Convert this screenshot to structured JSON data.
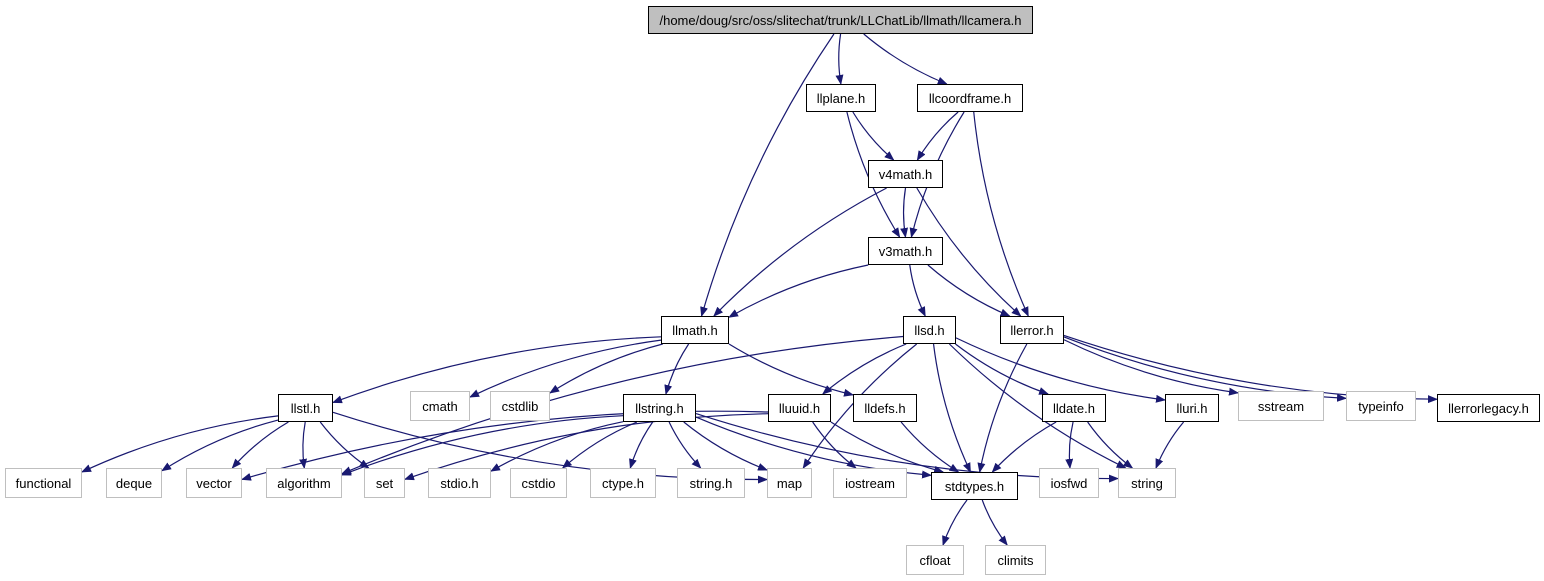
{
  "graph": {
    "edge_color": "#191970",
    "root_fill": "#bfbfbf",
    "external_border": "#bfbfbf",
    "nodes": [
      {
        "id": "root",
        "label": "/home/doug/src/oss/slitechat/trunk/LLChatLib/llmath/llcamera.h",
        "kind": "root"
      },
      {
        "id": "llplane",
        "label": "llplane.h",
        "kind": "solid"
      },
      {
        "id": "llcoordframe",
        "label": "llcoordframe.h",
        "kind": "solid"
      },
      {
        "id": "v4math",
        "label": "v4math.h",
        "kind": "solid"
      },
      {
        "id": "v3math",
        "label": "v3math.h",
        "kind": "solid"
      },
      {
        "id": "llmath",
        "label": "llmath.h",
        "kind": "solid"
      },
      {
        "id": "llsd",
        "label": "llsd.h",
        "kind": "solid"
      },
      {
        "id": "llerror",
        "label": "llerror.h",
        "kind": "solid"
      },
      {
        "id": "llstl",
        "label": "llstl.h",
        "kind": "solid"
      },
      {
        "id": "cmath",
        "label": "cmath",
        "kind": "grey"
      },
      {
        "id": "cstdlib",
        "label": "cstdlib",
        "kind": "grey"
      },
      {
        "id": "llstring",
        "label": "llstring.h",
        "kind": "solid"
      },
      {
        "id": "lluuid",
        "label": "lluuid.h",
        "kind": "solid"
      },
      {
        "id": "lldefs",
        "label": "lldefs.h",
        "kind": "solid"
      },
      {
        "id": "lldate",
        "label": "lldate.h",
        "kind": "solid"
      },
      {
        "id": "lluri",
        "label": "lluri.h",
        "kind": "solid"
      },
      {
        "id": "sstream",
        "label": "sstream",
        "kind": "grey"
      },
      {
        "id": "typeinfo",
        "label": "typeinfo",
        "kind": "grey"
      },
      {
        "id": "llerrorlegacy",
        "label": "llerrorlegacy.h",
        "kind": "solid"
      },
      {
        "id": "functional",
        "label": "functional",
        "kind": "grey"
      },
      {
        "id": "deque",
        "label": "deque",
        "kind": "grey"
      },
      {
        "id": "vector",
        "label": "vector",
        "kind": "grey"
      },
      {
        "id": "algorithm",
        "label": "algorithm",
        "kind": "grey"
      },
      {
        "id": "set",
        "label": "set",
        "kind": "grey"
      },
      {
        "id": "stdioh",
        "label": "stdio.h",
        "kind": "grey"
      },
      {
        "id": "cstdio",
        "label": "cstdio",
        "kind": "grey"
      },
      {
        "id": "ctypeh",
        "label": "ctype.h",
        "kind": "grey"
      },
      {
        "id": "stringh",
        "label": "string.h",
        "kind": "grey"
      },
      {
        "id": "map",
        "label": "map",
        "kind": "grey"
      },
      {
        "id": "iostream",
        "label": "iostream",
        "kind": "grey"
      },
      {
        "id": "stdtypes",
        "label": "stdtypes.h",
        "kind": "solid"
      },
      {
        "id": "iosfwd",
        "label": "iosfwd",
        "kind": "grey"
      },
      {
        "id": "string",
        "label": "string",
        "kind": "grey"
      },
      {
        "id": "cfloat",
        "label": "cfloat",
        "kind": "grey"
      },
      {
        "id": "climits",
        "label": "climits",
        "kind": "grey"
      }
    ],
    "edges": [
      [
        "root",
        "llplane"
      ],
      [
        "root",
        "llcoordframe"
      ],
      [
        "root",
        "llmath"
      ],
      [
        "llplane",
        "v4math"
      ],
      [
        "llplane",
        "v3math"
      ],
      [
        "llcoordframe",
        "v4math"
      ],
      [
        "llcoordframe",
        "v3math"
      ],
      [
        "llcoordframe",
        "llerror"
      ],
      [
        "v4math",
        "v3math"
      ],
      [
        "v4math",
        "llmath"
      ],
      [
        "v4math",
        "llerror"
      ],
      [
        "v3math",
        "llmath"
      ],
      [
        "v3math",
        "llsd"
      ],
      [
        "v3math",
        "llerror"
      ],
      [
        "llmath",
        "llstl"
      ],
      [
        "llmath",
        "cmath"
      ],
      [
        "llmath",
        "cstdlib"
      ],
      [
        "llmath",
        "llstring"
      ],
      [
        "llmath",
        "lldefs"
      ],
      [
        "llsd",
        "algorithm"
      ],
      [
        "llsd",
        "map"
      ],
      [
        "llsd",
        "lluuid"
      ],
      [
        "llsd",
        "stdtypes"
      ],
      [
        "llsd",
        "lldate"
      ],
      [
        "llsd",
        "lluri"
      ],
      [
        "llsd",
        "string"
      ],
      [
        "llerror",
        "stdtypes"
      ],
      [
        "llerror",
        "sstream"
      ],
      [
        "llerror",
        "typeinfo"
      ],
      [
        "llerror",
        "llerrorlegacy"
      ],
      [
        "llstl",
        "functional"
      ],
      [
        "llstl",
        "deque"
      ],
      [
        "llstl",
        "vector"
      ],
      [
        "llstl",
        "algorithm"
      ],
      [
        "llstl",
        "set"
      ],
      [
        "llstl",
        "map"
      ],
      [
        "llstring",
        "algorithm"
      ],
      [
        "llstring",
        "stdioh"
      ],
      [
        "llstring",
        "cstdio"
      ],
      [
        "llstring",
        "ctypeh"
      ],
      [
        "llstring",
        "stringh"
      ],
      [
        "llstring",
        "map"
      ],
      [
        "llstring",
        "stdtypes"
      ],
      [
        "llstring",
        "string"
      ],
      [
        "lluuid",
        "vector"
      ],
      [
        "lluuid",
        "set"
      ],
      [
        "lluuid",
        "iostream"
      ],
      [
        "lluuid",
        "stdtypes"
      ],
      [
        "lldefs",
        "stdtypes"
      ],
      [
        "lldate",
        "iosfwd"
      ],
      [
        "lldate",
        "string"
      ],
      [
        "lldate",
        "stdtypes"
      ],
      [
        "lluri",
        "string"
      ],
      [
        "stdtypes",
        "cfloat"
      ],
      [
        "stdtypes",
        "climits"
      ]
    ]
  }
}
